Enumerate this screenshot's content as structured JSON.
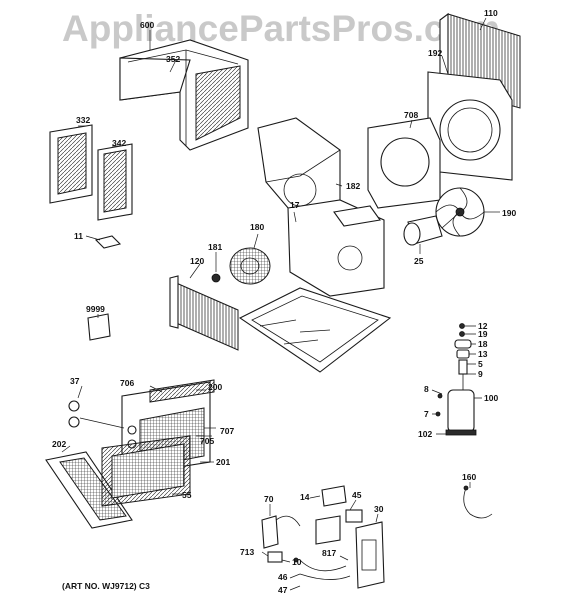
{
  "watermark": "AppliancePartsPros.com",
  "caption": "(ART NO. WJ9712) C3",
  "part_labels": {
    "600": "600",
    "352": "352",
    "332": "332",
    "342": "342",
    "11": "11",
    "110": "110",
    "192": "192",
    "708": "708",
    "182": "182",
    "17": "17",
    "180": "180",
    "181": "181",
    "120": "120",
    "190": "190",
    "25": "25",
    "9999": "9999",
    "12": "12",
    "19": "19",
    "18": "18",
    "13": "13",
    "5": "5",
    "9": "9",
    "8": "8",
    "100": "100",
    "7": "7",
    "102": "102",
    "37": "37",
    "706": "706",
    "200": "200",
    "705": "705",
    "707": "707",
    "202": "202",
    "201": "201",
    "55": "55",
    "160": "160",
    "70": "70",
    "14": "14",
    "45": "45",
    "30": "30",
    "713": "713",
    "10": "10",
    "817": "817",
    "46": "46",
    "47": "47"
  },
  "colors": {
    "line": "#1a1a1a",
    "watermark": "#c9c9c9",
    "background": "#ffffff"
  }
}
